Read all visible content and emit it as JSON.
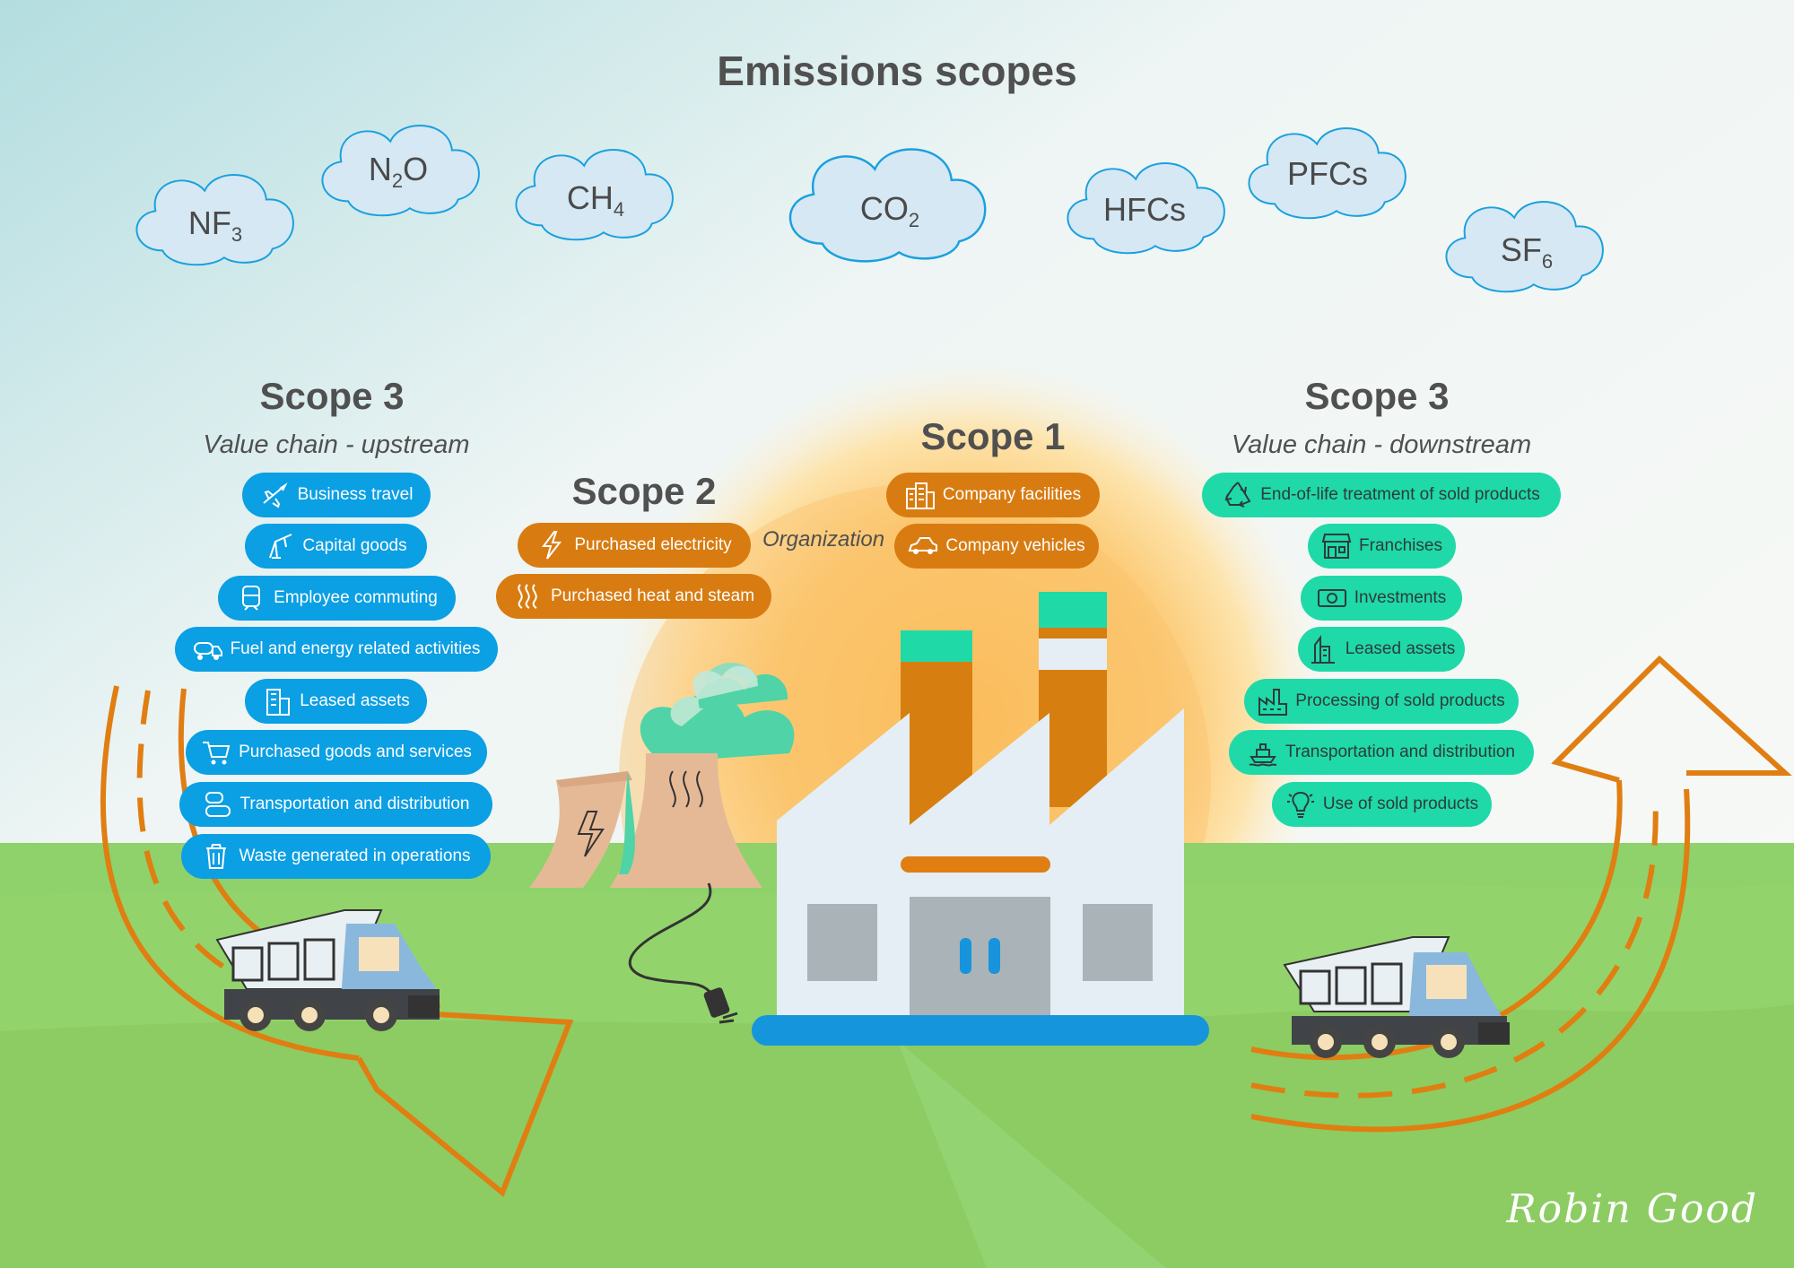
{
  "title": "Emissions scopes",
  "gases": [
    {
      "base": "NF",
      "sub": "3",
      "tail": "",
      "icon": "cloud-icon"
    },
    {
      "base": "N",
      "sub": "2",
      "tail": "O",
      "icon": "cloud-icon"
    },
    {
      "base": "CH",
      "sub": "4",
      "tail": "",
      "icon": "cloud-icon"
    },
    {
      "base": "CO",
      "sub": "2",
      "tail": "",
      "icon": "cloud-icon"
    },
    {
      "base": "HFCs",
      "sub": "",
      "tail": "",
      "icon": "cloud-icon"
    },
    {
      "base": "PFCs",
      "sub": "",
      "tail": "",
      "icon": "cloud-icon"
    },
    {
      "base": "SF",
      "sub": "6",
      "tail": "",
      "icon": "cloud-icon"
    }
  ],
  "scope3_upstream": {
    "heading": "Scope 3",
    "subtitle": "Value chain - upstream",
    "items": [
      {
        "label": "Business travel",
        "icon": "airplane-icon"
      },
      {
        "label": "Capital goods",
        "icon": "crane-icon"
      },
      {
        "label": "Employee commuting",
        "icon": "train-icon"
      },
      {
        "label": "Fuel and energy related activities",
        "icon": "tanker-truck-icon"
      },
      {
        "label": "Leased assets",
        "icon": "building-icon"
      },
      {
        "label": "Purchased goods and services",
        "icon": "shopping-cart-icon"
      },
      {
        "label": "Transportation and distribution",
        "icon": "containers-icon"
      },
      {
        "label": "Waste generated in operations",
        "icon": "trash-icon"
      }
    ]
  },
  "scope2": {
    "heading": "Scope 2",
    "items": [
      {
        "label": "Purchased electricity",
        "icon": "lightning-icon"
      },
      {
        "label": "Purchased heat and steam",
        "icon": "heat-waves-icon"
      }
    ]
  },
  "organization_label": "Organization",
  "scope1": {
    "heading": "Scope 1",
    "items": [
      {
        "label": "Company facilities",
        "icon": "facilities-icon"
      },
      {
        "label": "Company vehicles",
        "icon": "car-icon"
      }
    ]
  },
  "scope3_downstream": {
    "heading": "Scope 3",
    "subtitle": "Value chain - downstream",
    "items": [
      {
        "label": "End-of-life treatment of sold products",
        "icon": "recycle-icon"
      },
      {
        "label": "Franchises",
        "icon": "storefront-icon"
      },
      {
        "label": "Investments",
        "icon": "money-icon"
      },
      {
        "label": "Leased assets",
        "icon": "skyscraper-icon"
      },
      {
        "label": "Processing of sold products",
        "icon": "factory-icon"
      },
      {
        "label": "Transportation and distribution",
        "icon": "ship-icon"
      },
      {
        "label": "Use of sold products",
        "icon": "lightbulb-icon"
      }
    ]
  },
  "signature": "Robin Good",
  "colors": {
    "upstream": "#0b9fe4",
    "scope2_and_1": "#d87c12",
    "downstream": "#1fd9a8",
    "grass": "#8fd16a",
    "sun": "#fcc36a"
  }
}
